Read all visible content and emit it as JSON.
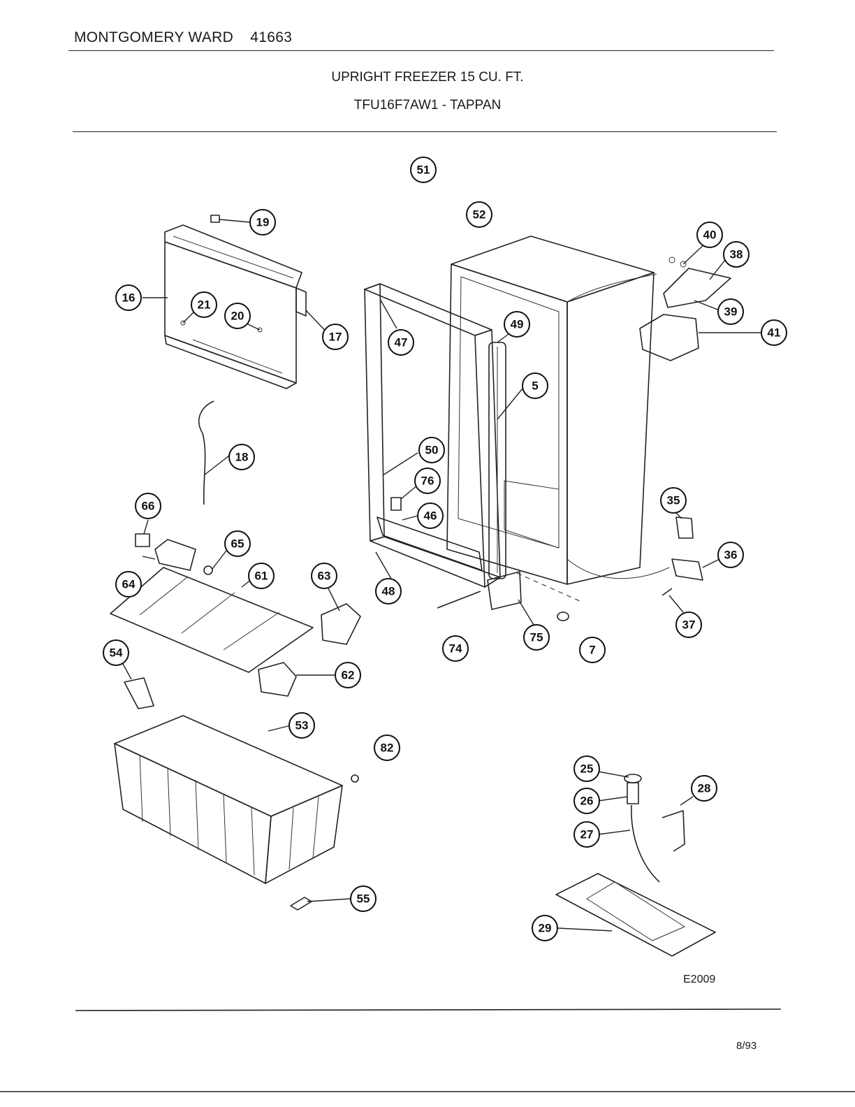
{
  "header": {
    "brand": "MONTGOMERY WARD",
    "catalog_number": "41663",
    "title": "UPRIGHT FREEZER 15 CU. FT.",
    "model": "TFU16F7AW1 - TAPPAN"
  },
  "callouts": {
    "c5": "5",
    "c7": "7",
    "c16": "16",
    "c17": "17",
    "c18": "18",
    "c19": "19",
    "c20": "20",
    "c21": "21",
    "c25": "25",
    "c26": "26",
    "c27": "27",
    "c28": "28",
    "c29": "29",
    "c35": "35",
    "c36": "36",
    "c37": "37",
    "c38": "38",
    "c39": "39",
    "c40": "40",
    "c41": "41",
    "c46": "46",
    "c47": "47",
    "c48": "48",
    "c49": "49",
    "c50": "50",
    "c51": "51",
    "c52": "52",
    "c53": "53",
    "c54": "54",
    "c55": "55",
    "c61": "61",
    "c62": "62",
    "c63": "63",
    "c64": "64",
    "c65": "65",
    "c66": "66",
    "c74": "74",
    "c75": "75",
    "c76": "76",
    "c82": "82"
  },
  "footer": {
    "diagram_code": "E2009",
    "date": "8/93"
  }
}
